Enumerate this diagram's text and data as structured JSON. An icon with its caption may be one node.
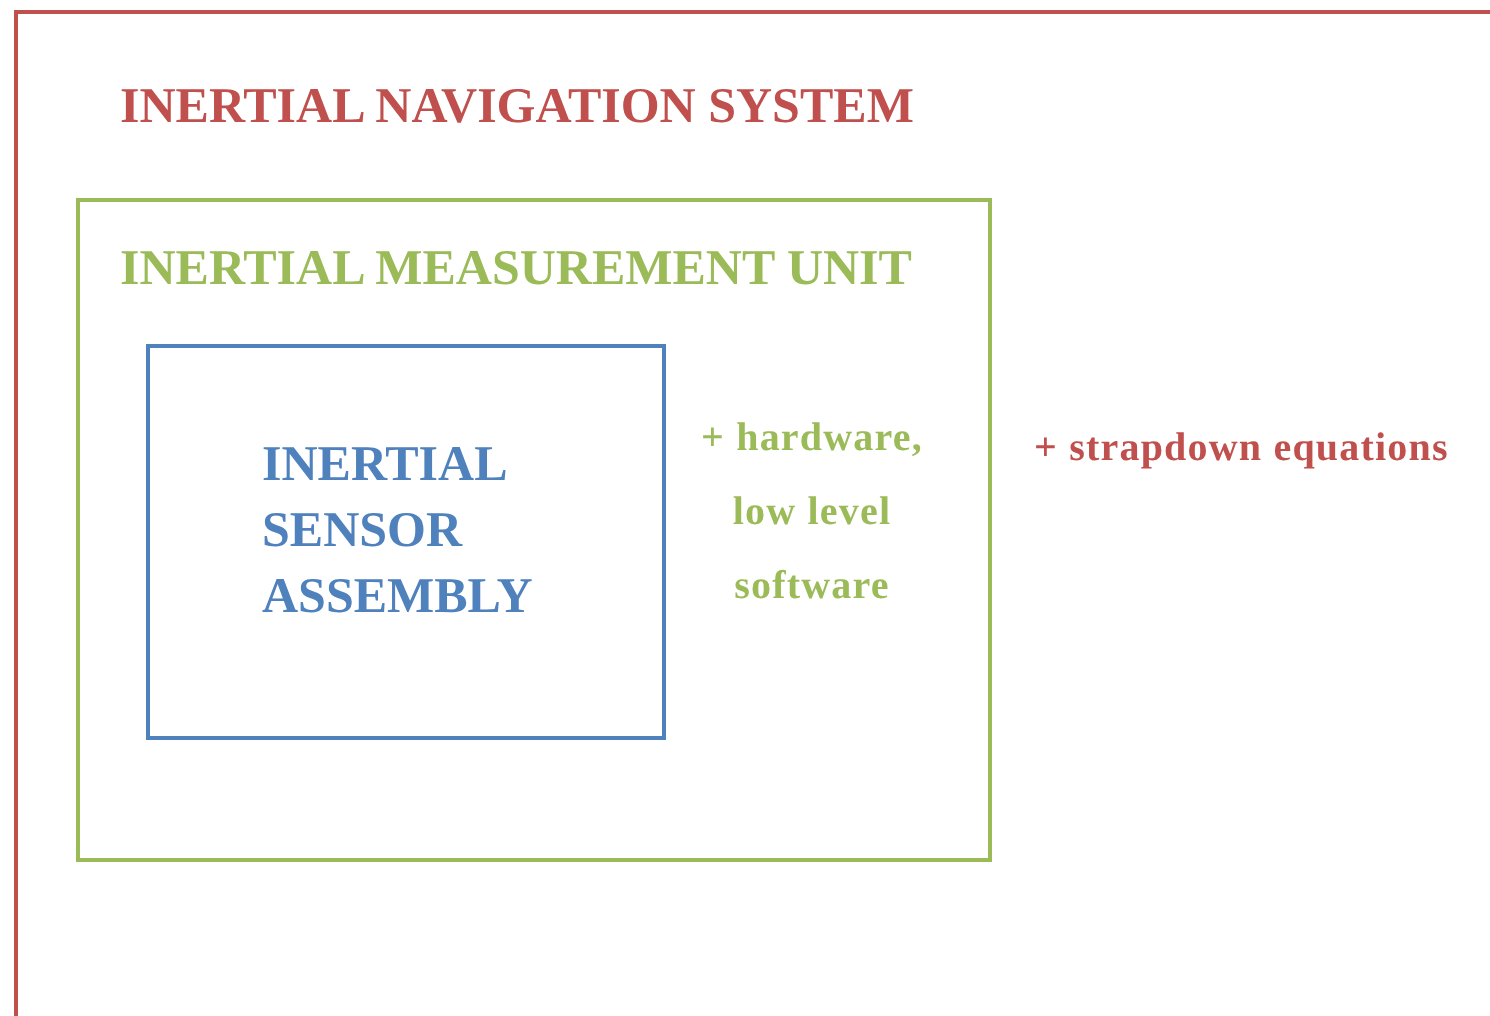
{
  "diagram": {
    "nodes": [
      {
        "text": [
          "INERTIAL NAVIGATION SYSTEM",
          "+ strapdown equations"
        ]
      },
      {
        "text": [
          "INERTIAL MEASUREMENT UNIT",
          "+ hardware, low level software"
        ],
        "in": 0
      },
      {
        "text": [
          "INERTIAL SENSOR ASSEMBLY"
        ],
        "in": 1
      }
    ]
  }
}
